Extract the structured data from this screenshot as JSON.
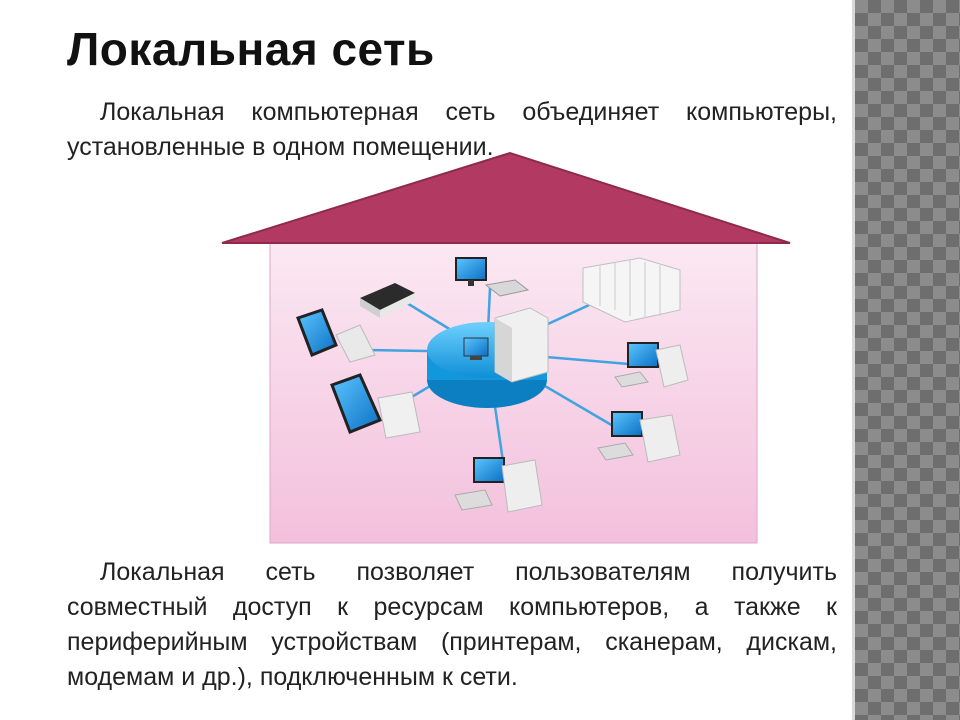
{
  "slide": {
    "title": "Локальная сеть",
    "paragraph_1": "Локальная компьютерная сеть объединяет компьютеры, установленные в одном помещении.",
    "paragraph_2": "Локальная сеть позволяет пользователям получить совместный доступ к ресурсам компьютеров, а также к периферийным устройствам (принтерам, сканерам, дискам, модемам и др.), подключенным к сети."
  },
  "colors": {
    "roof": "#b23a62",
    "wall": "#f7d6e8",
    "hub": "#1ea6e6",
    "cable": "#41a3e0",
    "side_pattern": "#8c8c8c"
  },
  "icons": [
    "house-icon",
    "server-icon",
    "printer-icon",
    "monitor-icon",
    "laptop-icon",
    "desktop-computer-icon",
    "server-rack-icon",
    "network-hub-icon"
  ]
}
